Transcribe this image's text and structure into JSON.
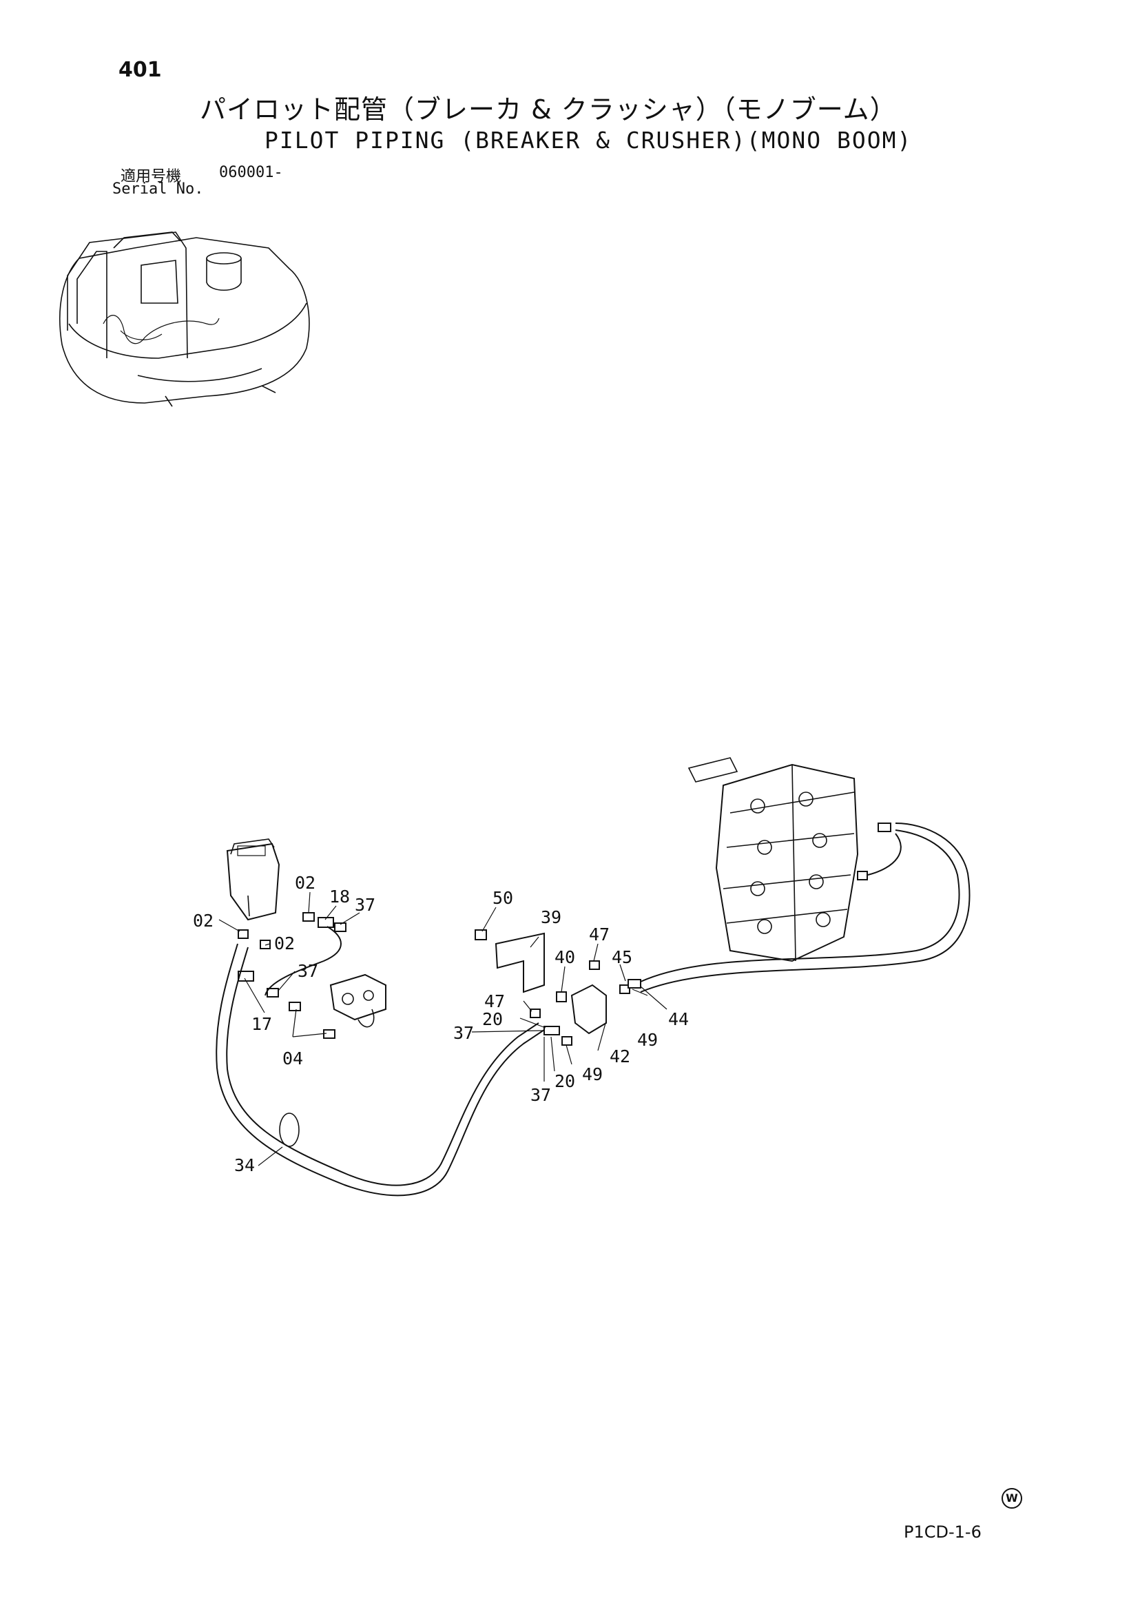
{
  "header": {
    "page_number": "401",
    "title_ja": "パイロット配管（ブレーカ & クラッシャ）（モノブーム）",
    "title_en": "PILOT PIPING (BREAKER & CRUSHER)(MONO BOOM)",
    "serial_label_ja": "適用号機",
    "serial_value": "060001-",
    "serial_label_en": "Serial No."
  },
  "footer": {
    "watermark_symbol": "W",
    "drawing_code": "P1CD-1-6"
  },
  "callouts": [
    {
      "id": "c02a",
      "text": "02"
    },
    {
      "id": "c18",
      "text": "18"
    },
    {
      "id": "c37a",
      "text": "37"
    },
    {
      "id": "c02b",
      "text": "02"
    },
    {
      "id": "c02c",
      "text": "02"
    },
    {
      "id": "c37b",
      "text": "37"
    },
    {
      "id": "c17",
      "text": "17"
    },
    {
      "id": "c04",
      "text": "04"
    },
    {
      "id": "c34",
      "text": "34"
    },
    {
      "id": "c50",
      "text": "50"
    },
    {
      "id": "c39",
      "text": "39"
    },
    {
      "id": "c40",
      "text": "40"
    },
    {
      "id": "c47a",
      "text": "47"
    },
    {
      "id": "c45",
      "text": "45"
    },
    {
      "id": "c47b",
      "text": "47"
    },
    {
      "id": "c20a",
      "text": "20"
    },
    {
      "id": "c37c",
      "text": "37"
    },
    {
      "id": "c49a",
      "text": "49"
    },
    {
      "id": "c44",
      "text": "44"
    },
    {
      "id": "c42",
      "text": "42"
    },
    {
      "id": "c49b",
      "text": "49"
    },
    {
      "id": "c20b",
      "text": "20"
    },
    {
      "id": "c37d",
      "text": "37"
    }
  ]
}
